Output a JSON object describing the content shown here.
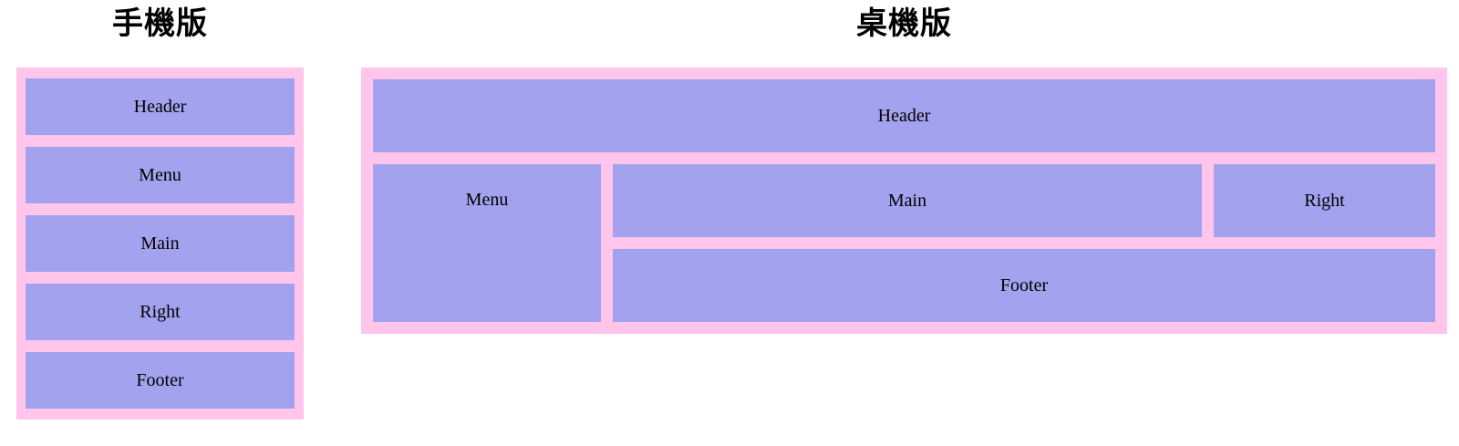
{
  "colors": {
    "frame-bg": "#ffc5eb",
    "box-bg": "#a3a2ee",
    "label-text": "#000000",
    "title-text": "#000000",
    "page-bg": "#ffffff"
  },
  "mobile": {
    "title": "手機版",
    "boxes": [
      "Header",
      "Menu",
      "Main",
      "Right",
      "Footer"
    ]
  },
  "desktop": {
    "title": "桌機版",
    "header": "Header",
    "menu": "Menu",
    "main": "Main",
    "right": "Right",
    "footer": "Footer"
  }
}
